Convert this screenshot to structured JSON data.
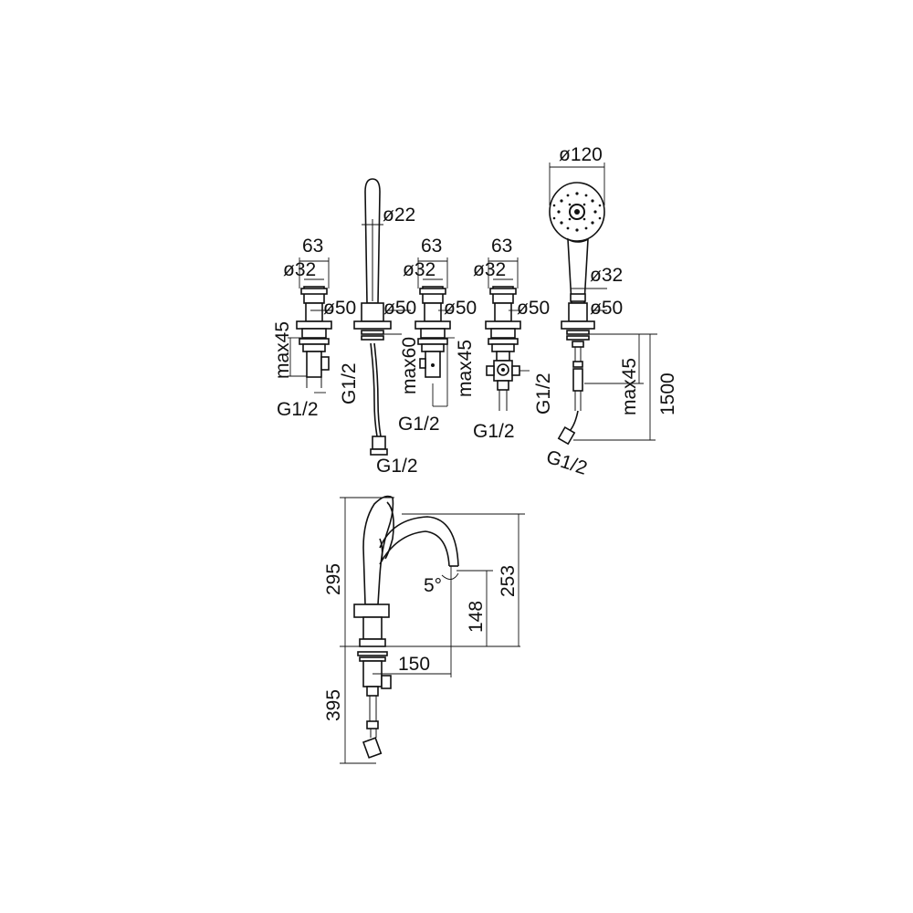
{
  "components": {
    "valve1": {
      "width": "63",
      "diameter_top": "ø32",
      "diameter_flange": "ø50",
      "max_thickness": "max45",
      "thread_side": "G1/2",
      "thread_bottom": "G1/2"
    },
    "spout": {
      "diameter": "ø22",
      "diameter_flange": "ø50",
      "max_thickness": "max60",
      "thread": "G1/2"
    },
    "valve2": {
      "width": "63",
      "diameter_top": "ø32",
      "diameter_flange": "ø50",
      "max_thickness": "max45",
      "thread": "G1/2"
    },
    "diverter": {
      "width": "63",
      "diameter_top": "ø32",
      "diameter_flange": "ø50",
      "thread_side": "G1/2",
      "thread_bottom": "G1/2"
    },
    "handshower": {
      "head_diameter": "ø120",
      "handle_diameter": "ø32",
      "diameter_flange": "ø50",
      "max_thickness": "max45",
      "hose_length": "1500",
      "thread": "G1/2"
    }
  },
  "side_view": {
    "total_height": "295",
    "outlet_height": "253",
    "angle": "5°",
    "spout_clearance": "148",
    "reach": "150",
    "below_deck": "395"
  }
}
